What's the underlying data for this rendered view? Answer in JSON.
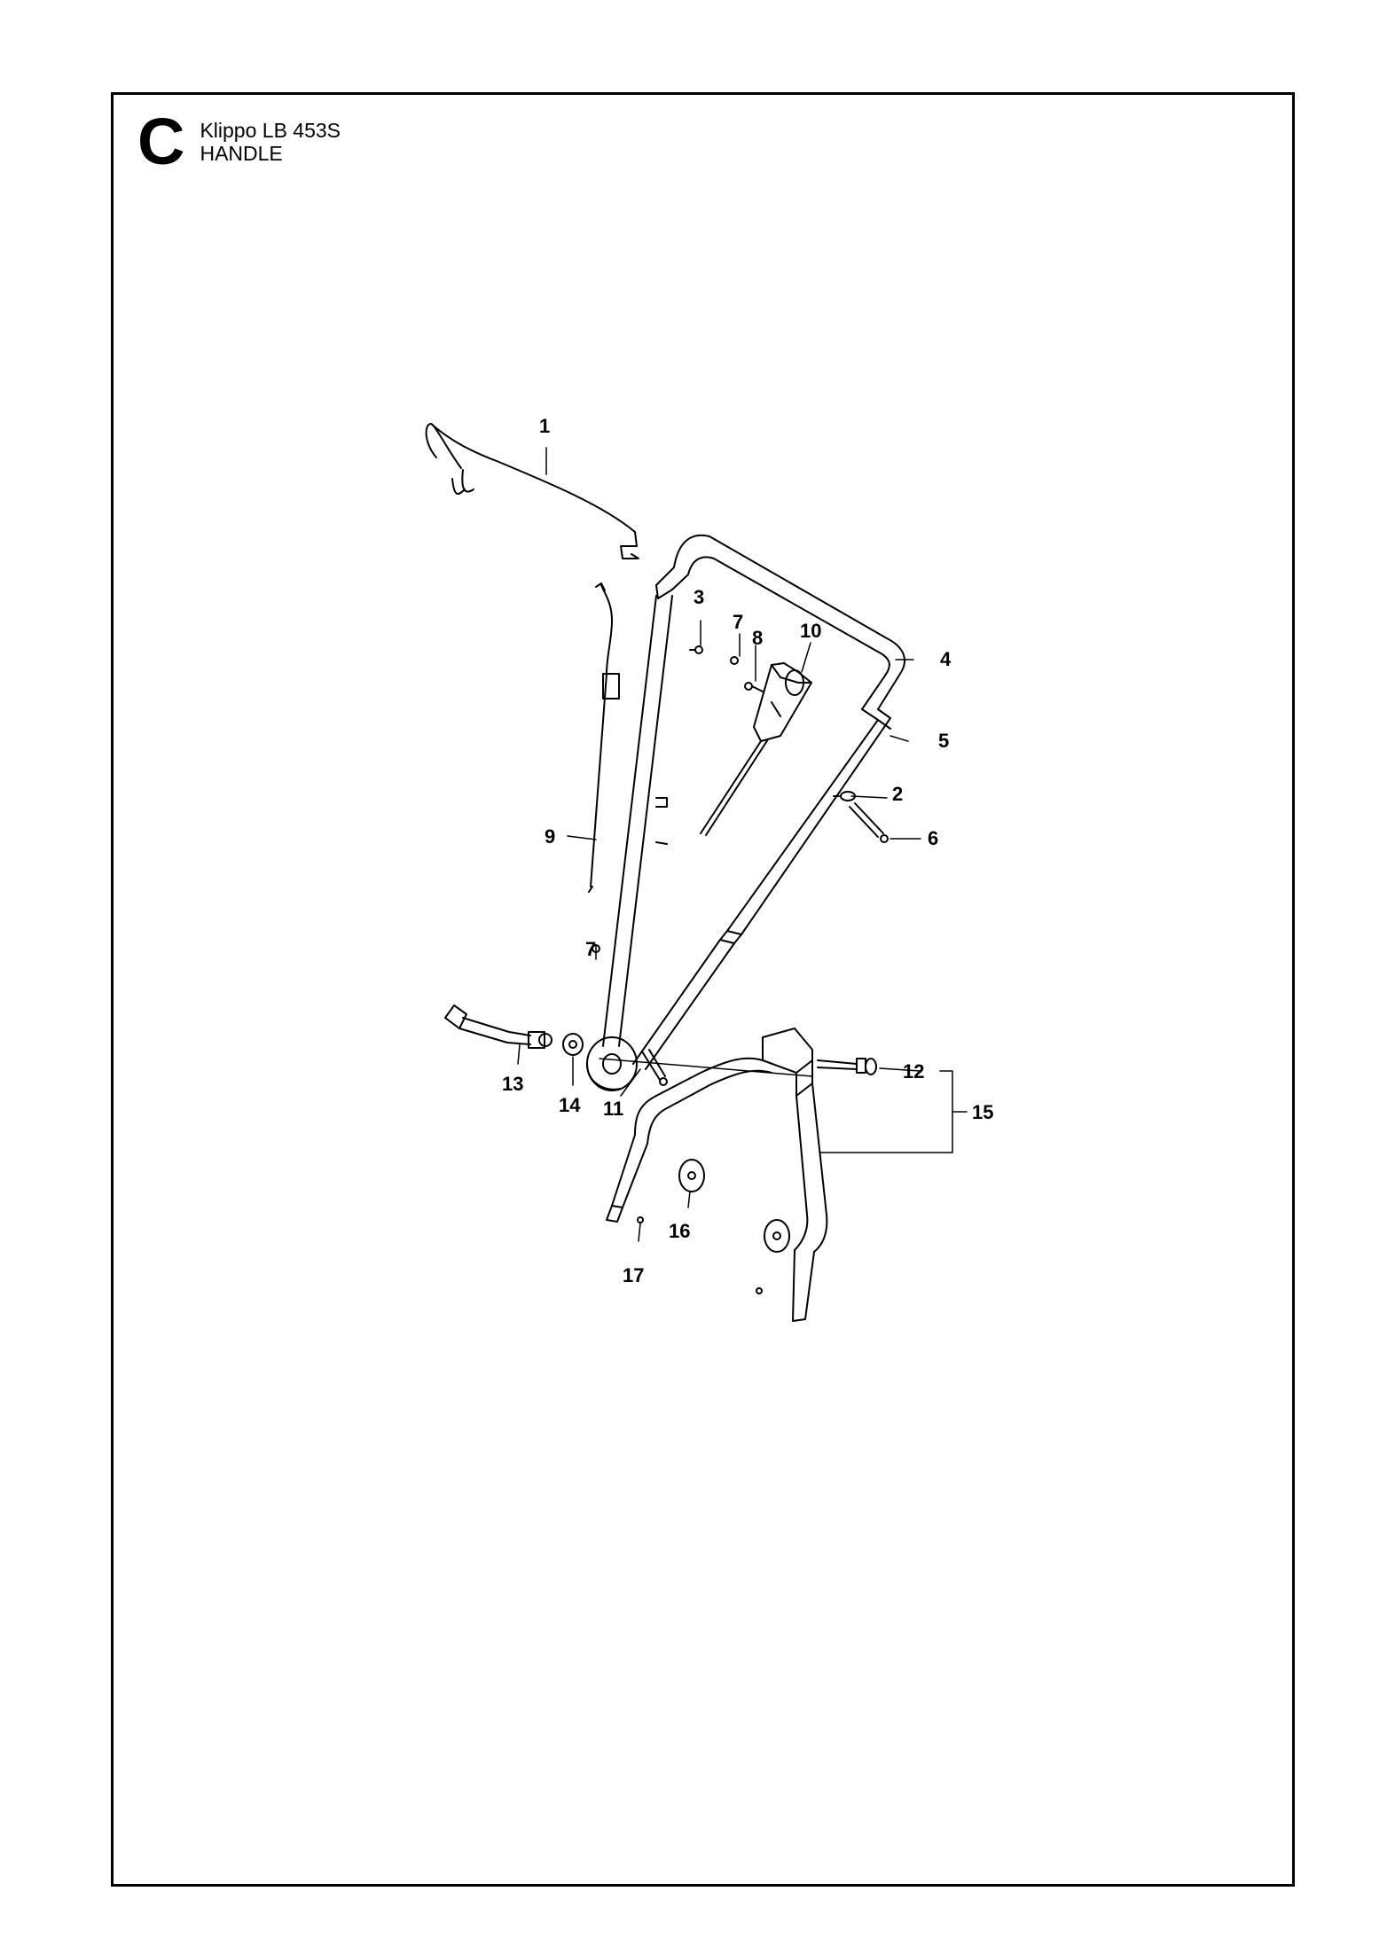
{
  "header": {
    "section_letter": "C",
    "model": "Klippo LB 453S",
    "assembly": "HANDLE"
  },
  "callouts": {
    "c1": "1",
    "c2": "2",
    "c3": "3",
    "c4": "4",
    "c5": "5",
    "c6": "6",
    "c7a": "7",
    "c7b": "7",
    "c8": "8",
    "c9": "9",
    "c10": "10",
    "c11": "11",
    "c12": "12",
    "c13": "13",
    "c14": "14",
    "c15": "15",
    "c16": "16",
    "c17": "17"
  }
}
